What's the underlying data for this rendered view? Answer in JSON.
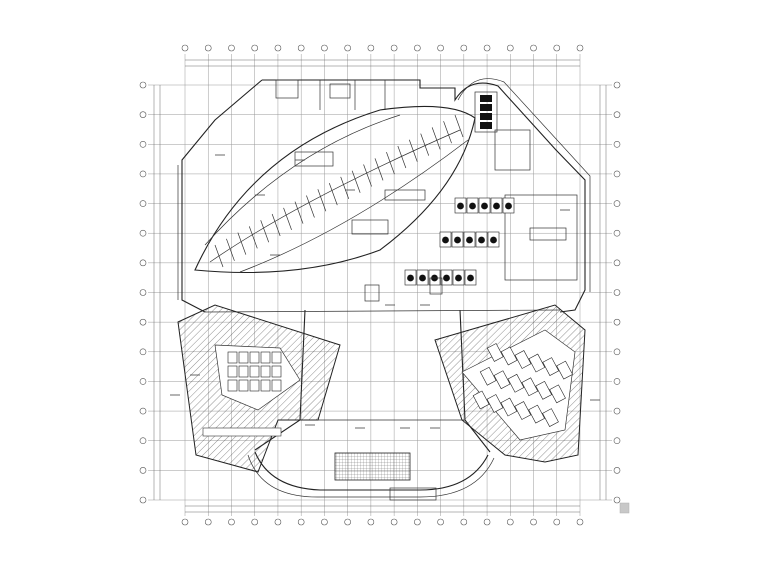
{
  "drawing": {
    "type": "architectural floor plan",
    "axis_top_count": 18,
    "axis_side_count": 15
  },
  "icons": {
    "scroll_marker": "gray-square-icon"
  }
}
